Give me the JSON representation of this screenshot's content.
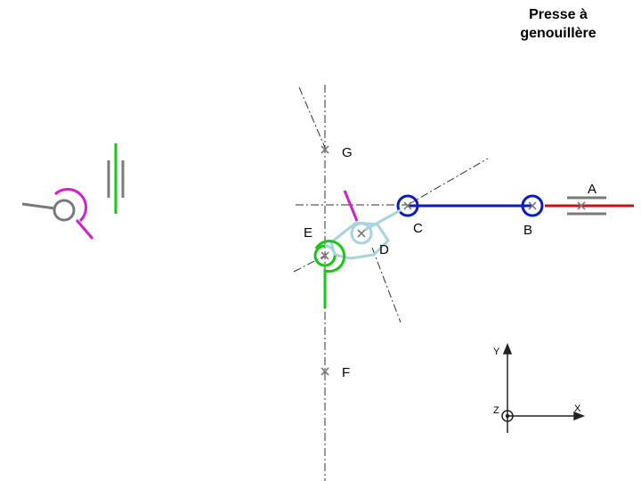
{
  "title": {
    "line1": "Presse à",
    "line2": "genouillère"
  },
  "points": {
    "A": "A",
    "B": "B",
    "C": "C",
    "D": "D",
    "E": "E",
    "F": "F",
    "G": "G"
  },
  "axes": {
    "x": "X",
    "y": "Y",
    "z": "Z"
  },
  "colors": {
    "link_AB": "#d01010",
    "link_BC": "#0a1ebe",
    "link_CD": "#a9d3dd",
    "link_DE": "#d020d0",
    "link_EF": "#19c719",
    "ground": "#7a7a7a",
    "axis_line": "#222222"
  }
}
